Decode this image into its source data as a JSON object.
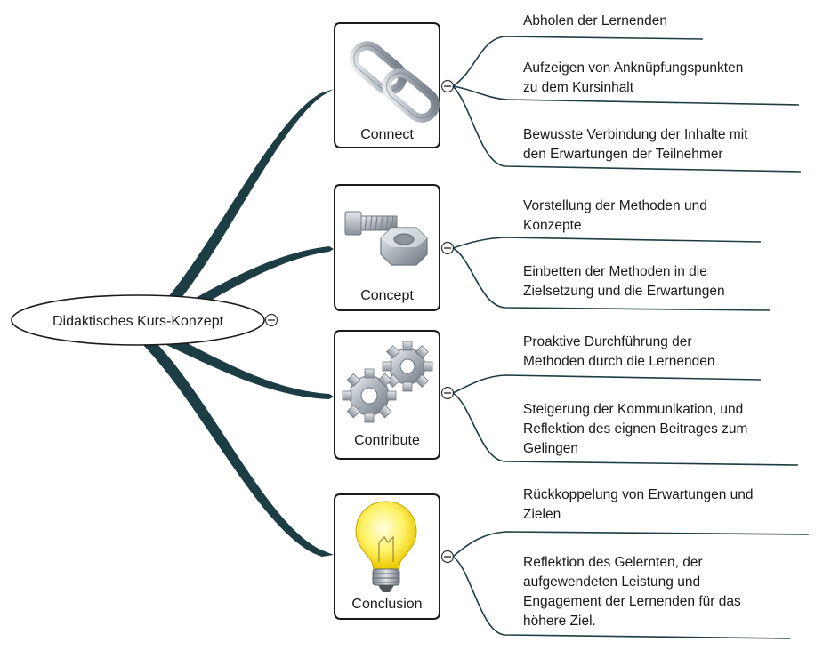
{
  "root": {
    "label": "Didaktisches Kurs-Konzept"
  },
  "branches": [
    {
      "label": "Connect",
      "icon": "chain-link-icon",
      "children": [
        {
          "lines": [
            "Abholen der Lernenden"
          ]
        },
        {
          "lines": [
            "Aufzeigen von Anknüpfungspunkten",
            "zu dem Kursinhalt"
          ]
        },
        {
          "lines": [
            "Bewusste Verbindung der Inhalte mit",
            "den Erwartungen der Teilnehmer"
          ]
        }
      ]
    },
    {
      "label": "Concept",
      "icon": "bolt-and-nut-icon",
      "children": [
        {
          "lines": [
            "Vorstellung der Methoden und",
            "Konzepte"
          ]
        },
        {
          "lines": [
            "Einbetten der Methoden in die",
            "Zielsetzung und die Erwartungen"
          ]
        }
      ]
    },
    {
      "label": "Contribute",
      "icon": "gears-icon",
      "children": [
        {
          "lines": [
            "Proaktive Durchführung der",
            "Methoden durch die Lernenden"
          ]
        },
        {
          "lines": [
            "Steigerung der Kommunikation, und",
            "Reflektion des eignen Beitrages zum",
            "Gelingen"
          ]
        }
      ]
    },
    {
      "label": "Conclusion",
      "icon": "light-bulb-icon",
      "children": [
        {
          "lines": [
            "Rückkoppelung von Erwartungen und",
            "Zielen"
          ]
        },
        {
          "lines": [
            "Reflektion des Gelernten, der",
            "aufgewendeten Leistung und",
            "Engagement der Lernenden für das",
            "höhere Ziel."
          ]
        }
      ]
    }
  ]
}
